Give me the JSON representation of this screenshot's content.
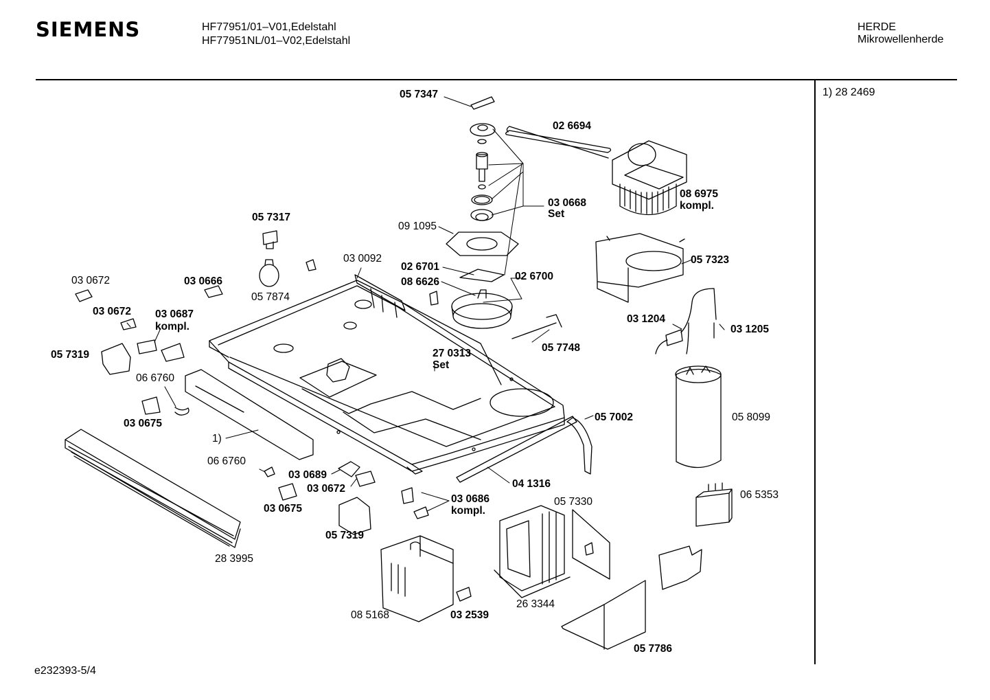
{
  "header": {
    "brand": "SIEMENS",
    "model_line_1": "HF77951/01–V01,Edelstahl",
    "model_line_2": "HF77951NL/01–V02,Edelstahl",
    "category_line_1": "HERDE",
    "category_line_2": "Mikrowellenherde"
  },
  "side_note": "1) 28 2469",
  "footer": {
    "drawing_id": "e232393-5/4"
  },
  "parts": {
    "p057347": "05 7347",
    "p026694": "02 6694",
    "p030668a": "03 0668",
    "p030668b": "Set",
    "p086975a": "08 6975",
    "p086975b": "kompl.",
    "p057317": "05 7317",
    "p091095": "09 1095",
    "p057323": "05 7323",
    "p030092": "03 0092",
    "p026701": "02 6701",
    "p026700": "02 6700",
    "p086626": "08 6626",
    "p030672top": "03 0672",
    "p030666": "03 0666",
    "p057874": "05 7874",
    "p031204": "03 1204",
    "p031205": "03 1205",
    "p030672mid": "03 0672",
    "p030687a": "03 0687",
    "p030687b": "kompl.",
    "p057748": "05 7748",
    "p057319left": "05 7319",
    "p270313a": "27 0313",
    "p270313b": "Set",
    "p066760top": "06 6760",
    "p058099": "05 8099",
    "p030675left": "03 0675",
    "p057002": "05 7002",
    "p_one": "1)",
    "p066760mid": "06 6760",
    "p041316": "04 1316",
    "p030689": "03 0689",
    "p030672low": "03 0672",
    "p065353": "06 5353",
    "p030686a": "03 0686",
    "p030686b": "kompl.",
    "p057330": "05 7330",
    "p030675mid": "03 0675",
    "p057319low": "05 7319",
    "p283995": "28 3995",
    "p263344": "26 3344",
    "p085168": "08 5168",
    "p032539": "03 2539",
    "p057786": "05 7786"
  }
}
